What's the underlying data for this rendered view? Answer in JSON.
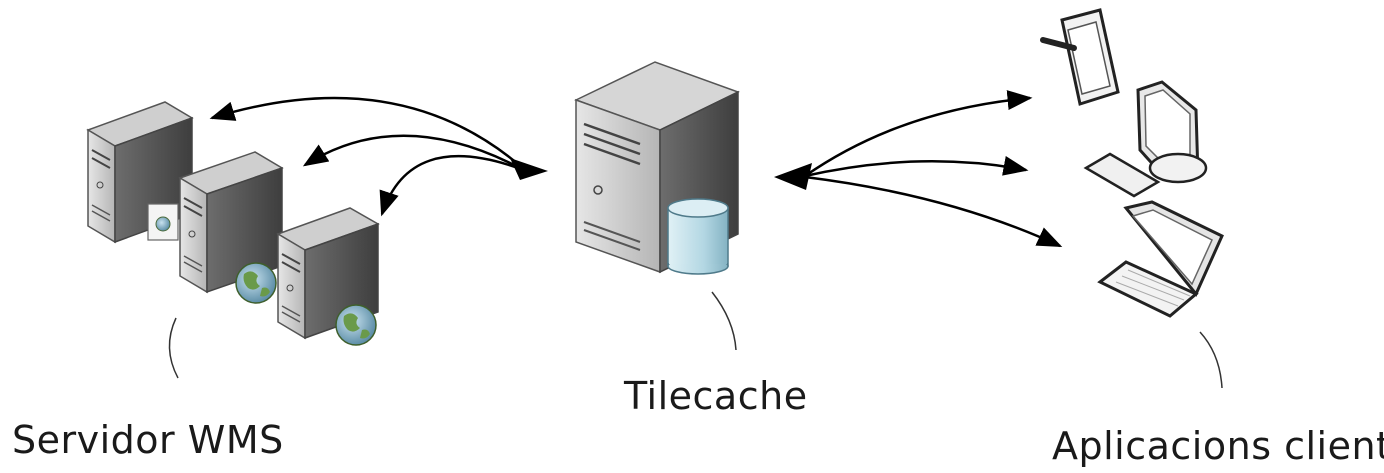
{
  "labels": {
    "wms": "Servidor WMS",
    "tilecache": "Tilecache",
    "clients": "Aplicacions client"
  },
  "colors": {
    "server_light": "#d9d9d9",
    "server_mid": "#a6a6a6",
    "server_dark": "#5e5e5e",
    "cylinder": "#b9dbe6",
    "globe": "#6a9a4a",
    "arrow": "#000000"
  },
  "icons": [
    "server-icon",
    "database-icon",
    "globe-icon",
    "tablet-icon",
    "monitor-icon",
    "keyboard-icon",
    "laptop-icon"
  ]
}
